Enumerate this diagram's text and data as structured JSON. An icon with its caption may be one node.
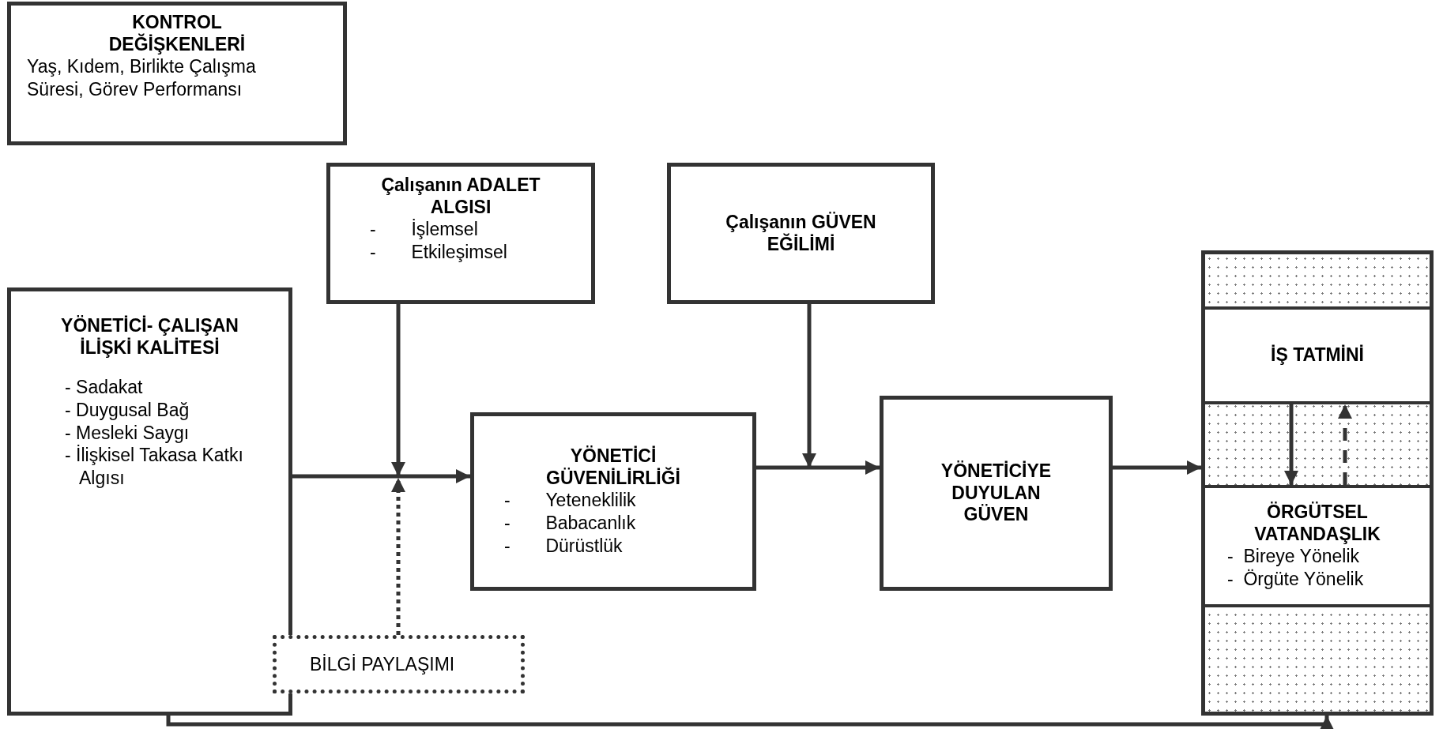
{
  "diagram": {
    "nodes": [
      {
        "text": [
          "KONTROL DEĞİŞKENLERİ",
          "Yaş, Kıdem, Birlikte Çalışma Süresi, Görev Performansı"
        ]
      },
      {
        "text": [
          "Çalışanın ADALET ALGISI",
          "- İşlemsel",
          "- Etkileşimsel"
        ]
      },
      {
        "text": [
          "Çalışanın GÜVEN EĞİLİMİ"
        ]
      },
      {
        "text": [
          "YÖNETİCİ- ÇALIŞAN İLİŞKİ KALİTESİ",
          "- Sadakat",
          "- Duygusal Bağ",
          "- Mesleki Saygı",
          "- İlişkisel Takasa Katkı Algısı"
        ]
      },
      {
        "text": [
          "YÖNETİCİ GÜVENİLİRLİĞİ",
          "- Yeteneklilik",
          "- Babacanlık",
          "- Dürüstlük"
        ]
      },
      {
        "text": [
          "YÖNETİCİYE DUYULAN GÜVEN"
        ]
      },
      {
        "text": [],
        "shape": "box"
      },
      {
        "text": [
          "İŞ TATMİNİ"
        ],
        "in": 6
      },
      {
        "text": [
          "ÖRGÜTSEL VATANDAŞLIK",
          "- Bireye Yönelik",
          "- Örgüte Yönelik"
        ],
        "in": 6
      },
      {
        "text": [
          "BİLGİ PAYLAŞIMI"
        ]
      }
    ],
    "edges": [
      {
        "from": 3,
        "to": 4,
        "arrow": "to"
      },
      {
        "from": 1,
        "to": null,
        "arrow": "to"
      },
      {
        "from": 9,
        "to": null,
        "arrow": "to",
        "style": "dashed"
      },
      {
        "from": 4,
        "to": 5,
        "arrow": "to"
      },
      {
        "from": 2,
        "to": null,
        "arrow": "to"
      },
      {
        "from": 5,
        "to": 6,
        "arrow": "to"
      },
      {
        "from": 7,
        "to": 8,
        "arrow": "to"
      },
      {
        "from": 8,
        "to": 7,
        "arrow": "to",
        "style": "dashed"
      },
      {
        "from": 3,
        "to": 6,
        "arrow": "to"
      }
    ]
  }
}
